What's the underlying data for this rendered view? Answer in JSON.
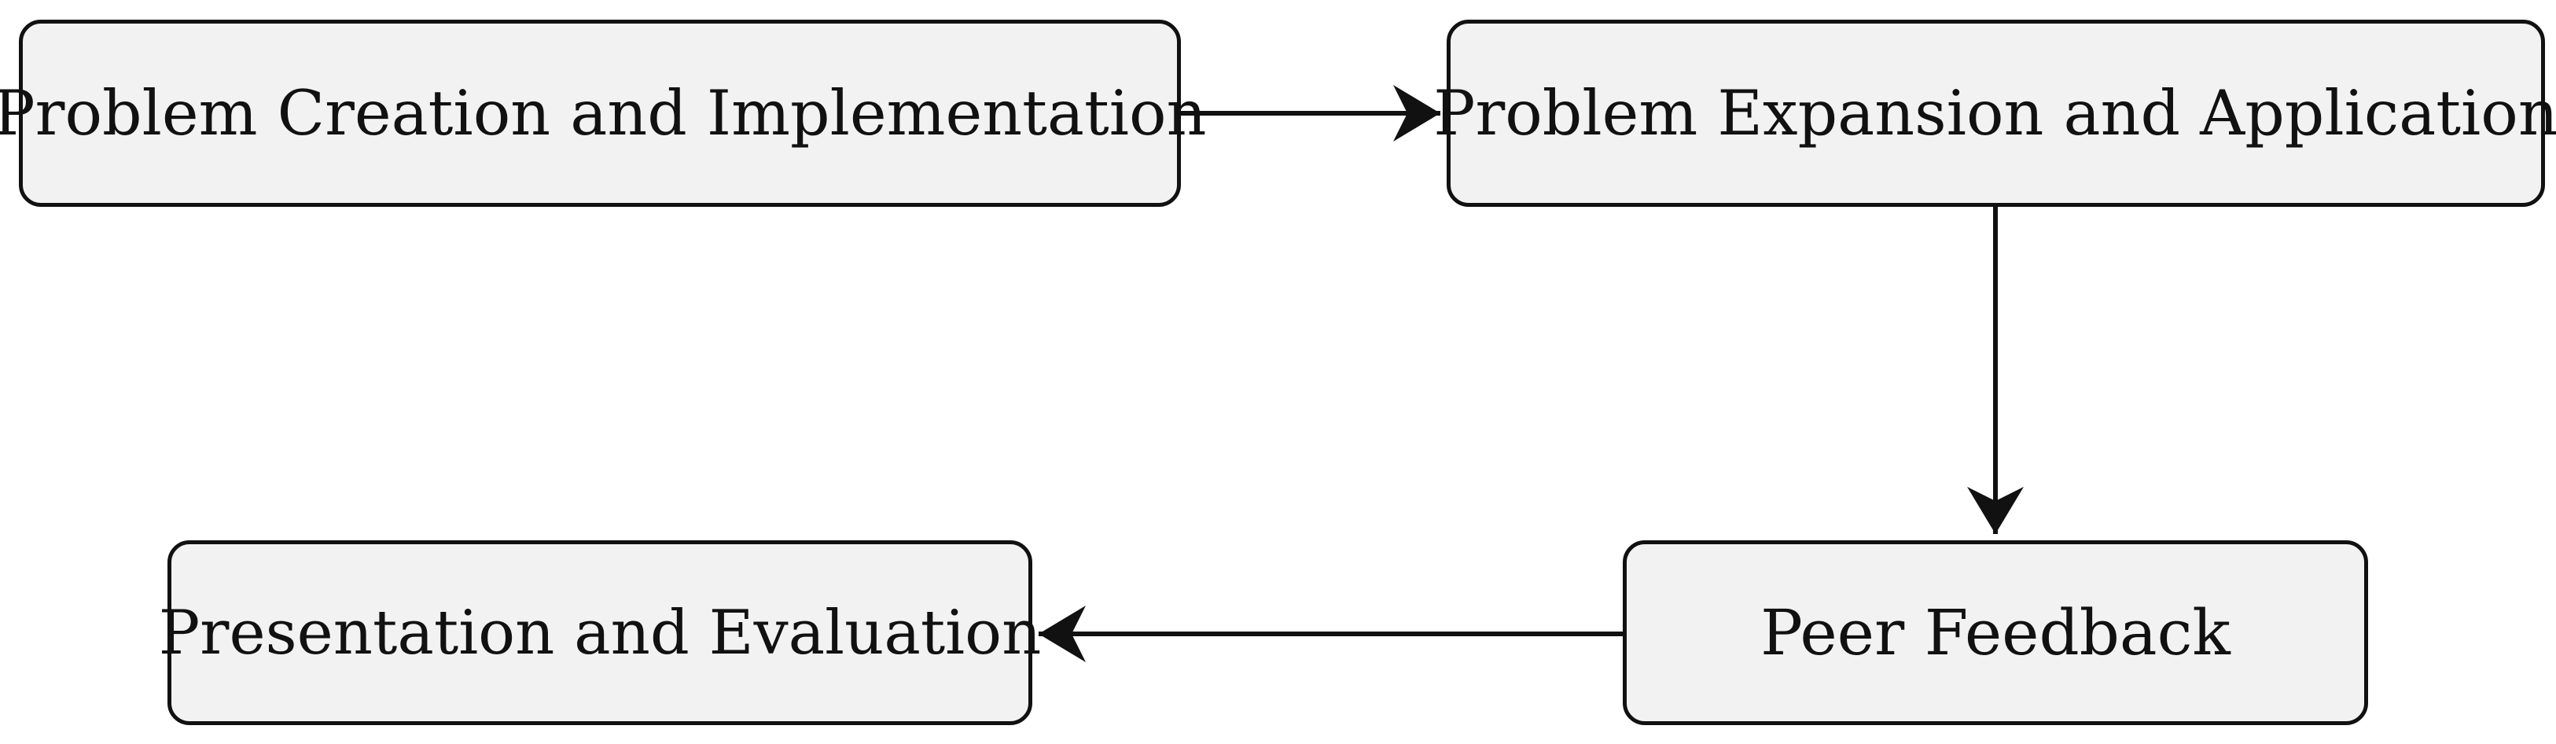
{
  "diagram": {
    "nodes": [
      {
        "id": "n1",
        "label": "Problem Creation and Implementation"
      },
      {
        "id": "n2",
        "label": "Problem Expansion and Application"
      },
      {
        "id": "n3",
        "label": "Peer Feedback"
      },
      {
        "id": "n4",
        "label": "Presentation and Evaluation"
      }
    ],
    "edges": [
      {
        "from": "n1",
        "to": "n2"
      },
      {
        "from": "n2",
        "to": "n3"
      },
      {
        "from": "n3",
        "to": "n4"
      }
    ],
    "colors": {
      "node_fill": "#f2f2f2",
      "stroke": "#111111",
      "background": "#ffffff"
    }
  }
}
